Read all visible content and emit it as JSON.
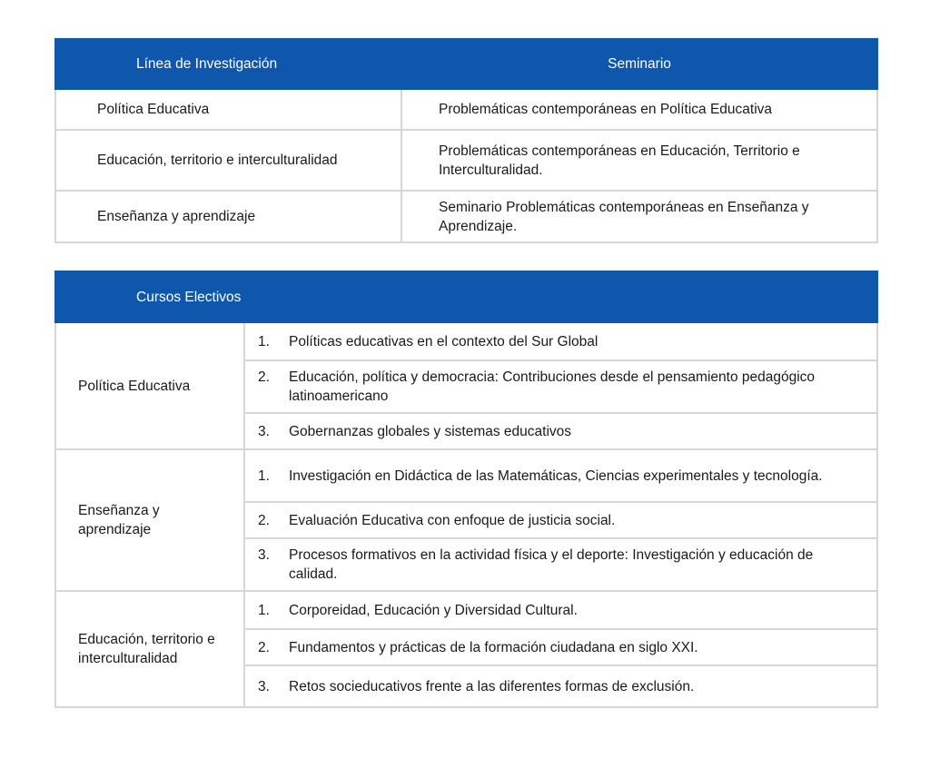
{
  "table1": {
    "headers": [
      "Línea de Investigación",
      "Seminario"
    ],
    "rows": [
      {
        "line": "Política Educativa",
        "seminar": "Problemáticas  contemporáneas en Política Educativa"
      },
      {
        "line": "Educación, territorio e interculturalidad",
        "seminar": "Problemáticas contemporáneas en Educación, Territorio e Interculturalidad."
      },
      {
        "line": "Enseñanza y aprendizaje",
        "seminar": "Seminario Problemáticas contemporáneas en Enseñanza y Aprendizaje."
      }
    ]
  },
  "table2": {
    "header": "Cursos Electivos",
    "groups": [
      {
        "name": "Política Educativa",
        "courses": [
          {
            "num": "1.",
            "text": "Políticas educativas en el contexto del Sur Global"
          },
          {
            "num": "2.",
            "text": "Educación, política y democracia: Contribuciones desde el pensamiento pedagógico latinoamericano"
          },
          {
            "num": "3.",
            "text": "Gobernanzas globales y sistemas educativos"
          }
        ]
      },
      {
        "name": "Enseñanza y aprendizaje",
        "courses": [
          {
            "num": "1.",
            "text": "Investigación en Didáctica de las Matemáticas, Ciencias experimentales y tecnología."
          },
          {
            "num": "2.",
            "text": "Evaluación Educativa con enfoque de justicia social."
          },
          {
            "num": "3.",
            "text": "Procesos formativos en la actividad física y el deporte: Investigación y educación de calidad."
          }
        ]
      },
      {
        "name": "Educación, territorio e interculturalidad",
        "courses": [
          {
            "num": "1.",
            "text": "Corporeidad, Educación y Diversidad Cultural."
          },
          {
            "num": "2.",
            "text": "Fundamentos y prácticas de la formación ciudadana en siglo XXI."
          },
          {
            "num": "3.",
            "text": "Retos socieducativos frente a las diferentes formas de exclusión."
          }
        ]
      }
    ]
  },
  "colors": {
    "header_bg": "#0f56ad",
    "header_text": "#ffffff",
    "border": "#d6d6d6"
  }
}
